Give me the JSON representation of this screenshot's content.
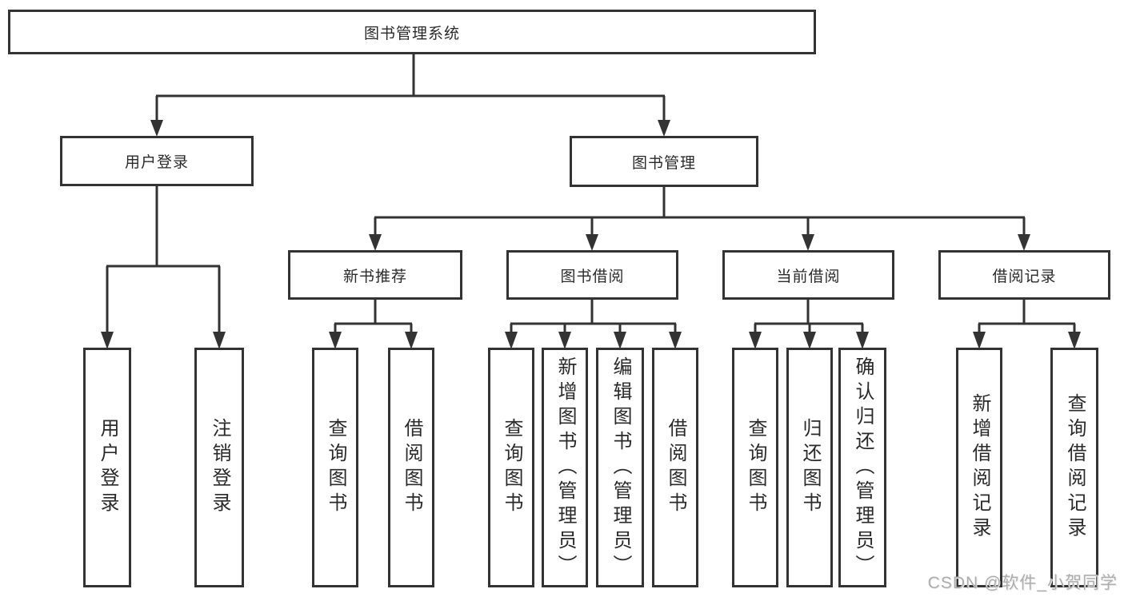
{
  "diagram": {
    "type": "hierarchy-tree",
    "root": {
      "label": "图书管理系统"
    },
    "branches": [
      {
        "label": "用户登录",
        "children": [
          {
            "label": "用户登录"
          },
          {
            "label": "注销登录"
          }
        ]
      },
      {
        "label": "图书管理",
        "children": [
          {
            "label": "新书推荐",
            "children": [
              {
                "label": "查询图书"
              },
              {
                "label": "借阅图书"
              }
            ]
          },
          {
            "label": "图书借阅",
            "children": [
              {
                "label": "查询图书"
              },
              {
                "label": "新增图书（管理员）"
              },
              {
                "label": "编辑图书（管理员）"
              },
              {
                "label": "借阅图书"
              }
            ]
          },
          {
            "label": "当前借阅",
            "children": [
              {
                "label": "查询图书"
              },
              {
                "label": "归还图书"
              },
              {
                "label": "确认归还（管理员）"
              }
            ]
          },
          {
            "label": "借阅记录",
            "children": [
              {
                "label": "新增借阅记录"
              },
              {
                "label": "查询借阅记录"
              }
            ]
          }
        ]
      }
    ],
    "colors": {
      "line": "#333333",
      "text": "#2a2a2a",
      "background": "#ffffff",
      "watermark": "#aeaeae"
    }
  },
  "watermark": {
    "text": "CSDN @软件_小贺同学"
  }
}
